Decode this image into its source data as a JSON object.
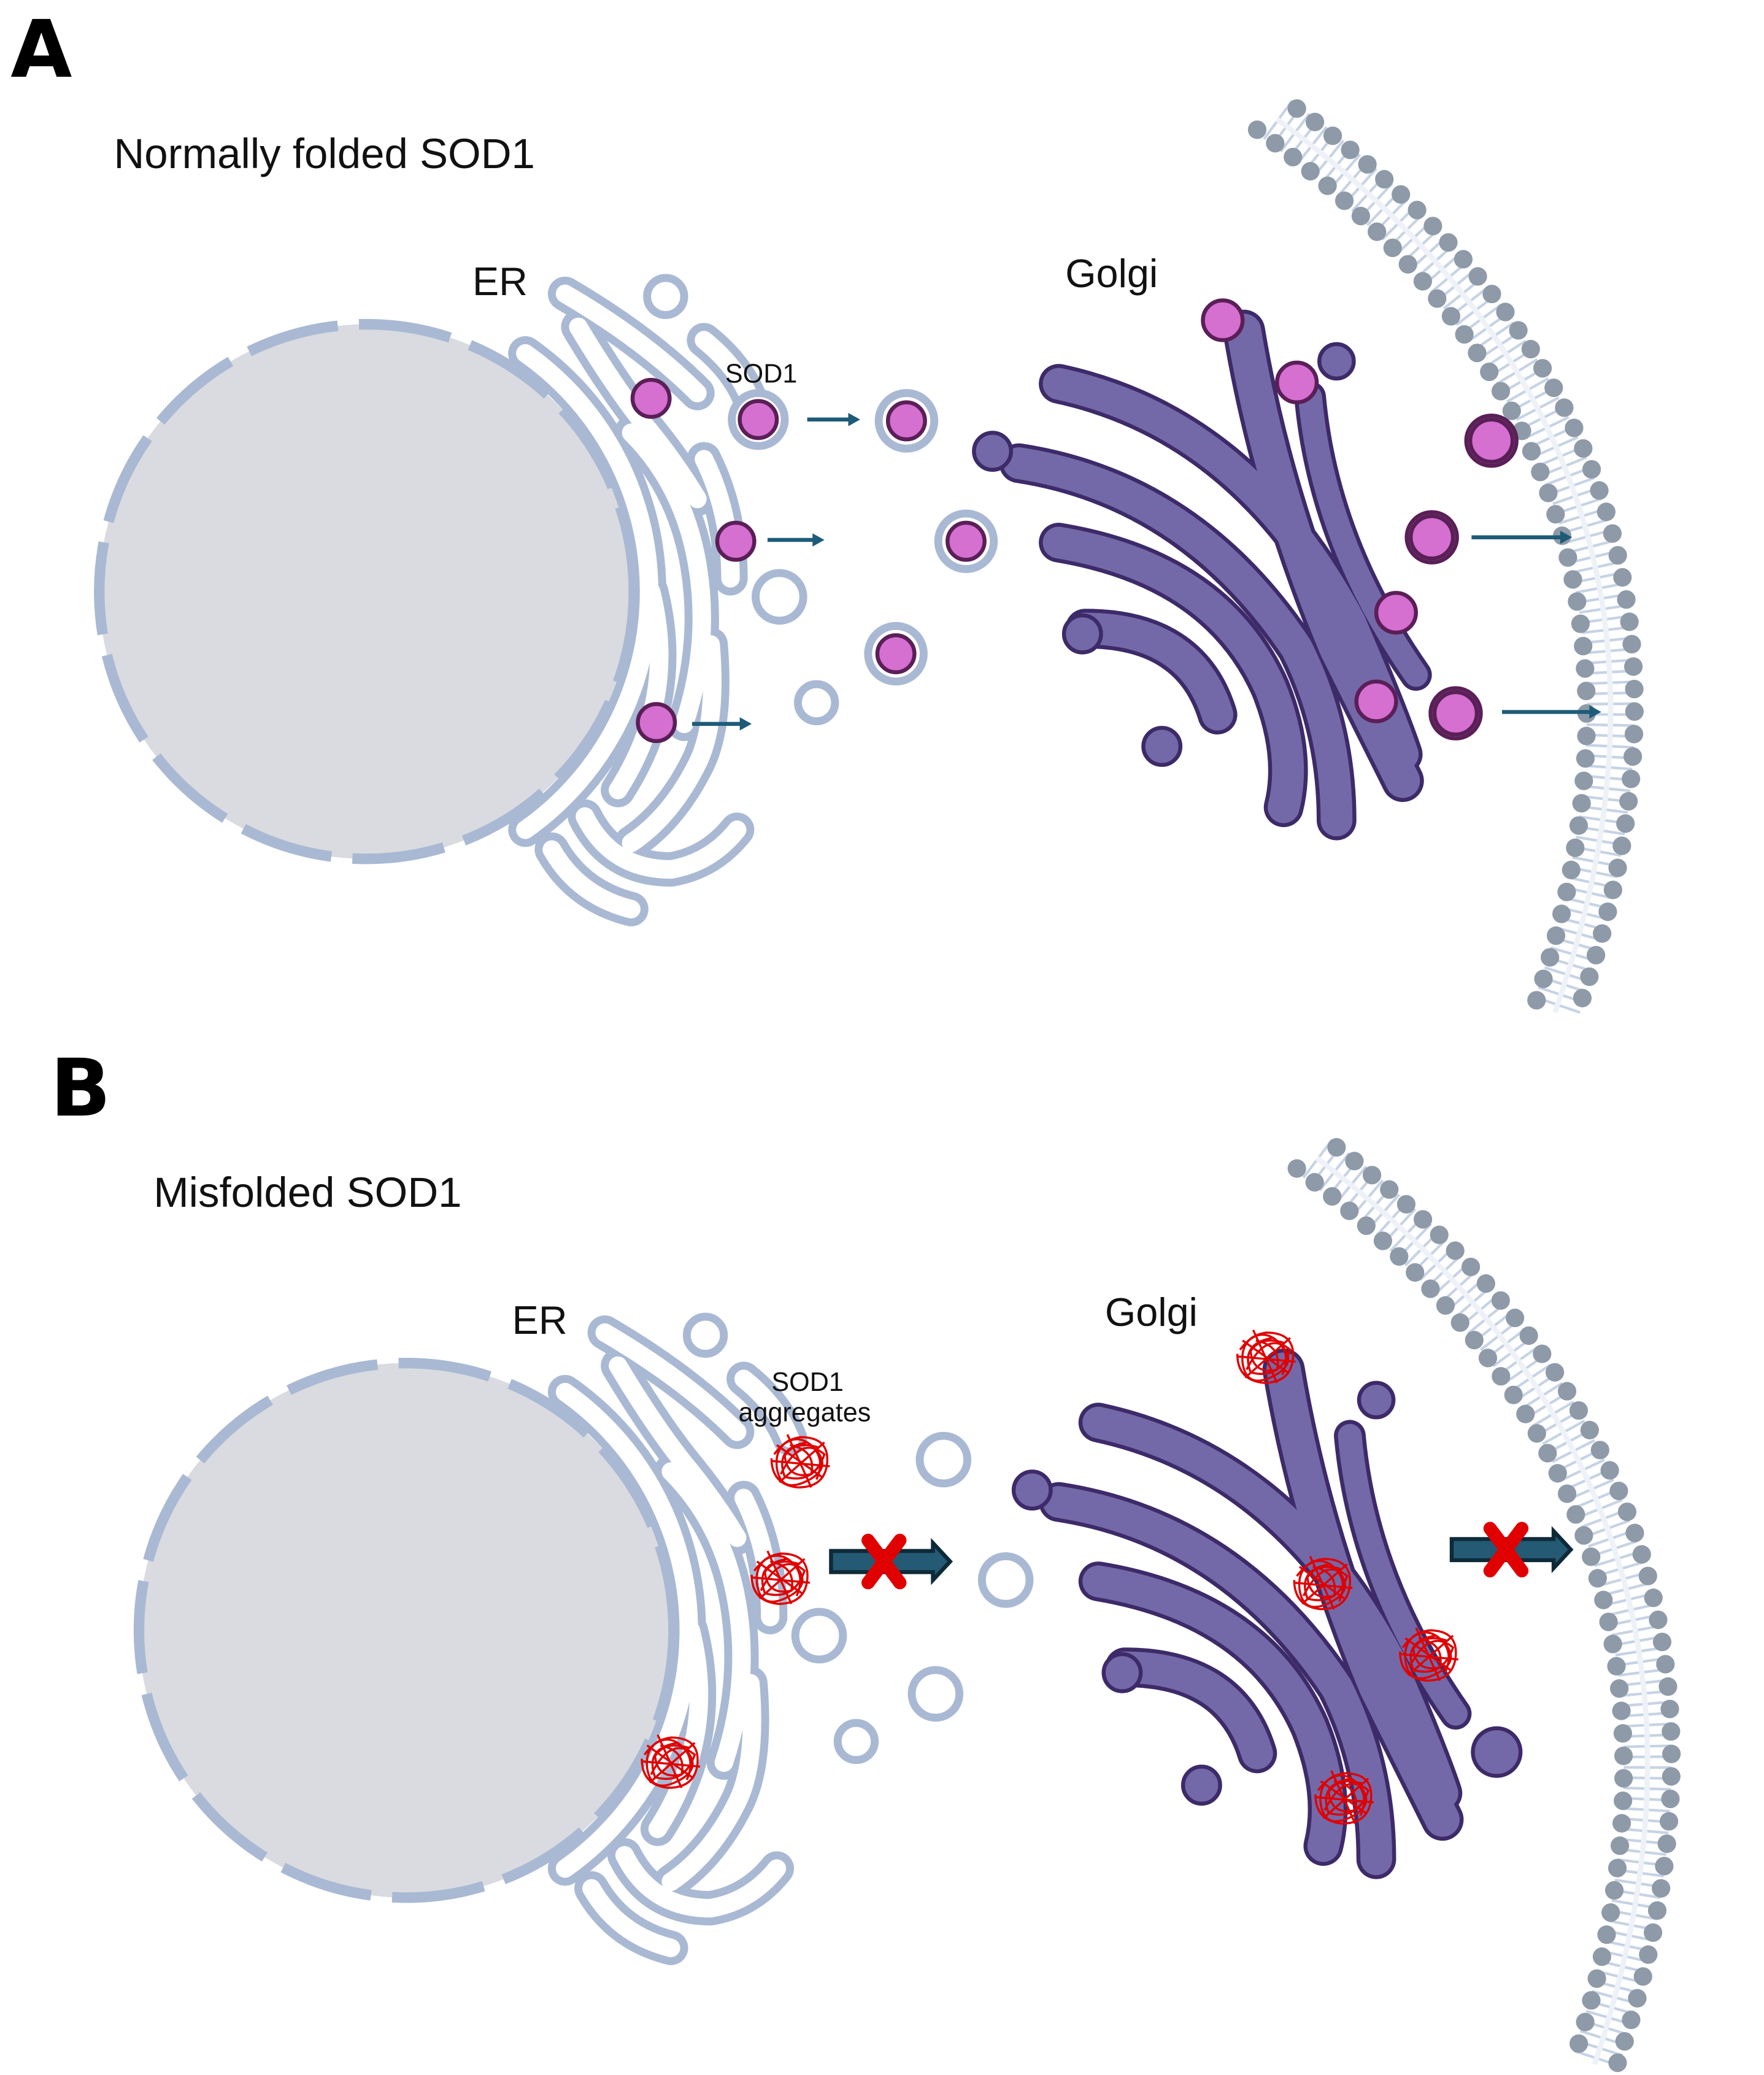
{
  "panels": {
    "a": {
      "letter": "A",
      "title": "Normally folded SOD1",
      "er_label": "ER",
      "golgi_label": "Golgi",
      "cargo_label": "SOD1"
    },
    "b": {
      "letter": "B",
      "title": "Misfolded SOD1",
      "er_label": "ER",
      "golgi_label": "Golgi",
      "cargo_label_line1": "SOD1",
      "cargo_label_line2": "aggregates"
    }
  },
  "colors": {
    "nucleus": "#d9dbe0",
    "er_membrane": "#a9b9d3",
    "golgi": "#7469a8",
    "golgi_outline": "#3d2a68",
    "sod1": "#d56fd0",
    "aggregate": "#e00000",
    "transport_arrow": "#1e5b78",
    "block_mark": "#e00000",
    "plasma_membrane": "#8e9aa8"
  },
  "icons": {
    "block": "red-x-icon",
    "transport": "arrow-right-icon"
  }
}
